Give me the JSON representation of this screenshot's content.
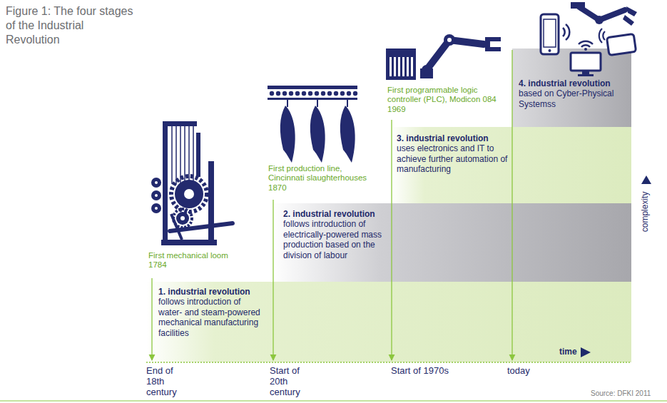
{
  "diagram": {
    "title": "Figure 1: The four stages of the Industrial Revolution",
    "nodes": [
      {
        "text": [
          "1. industrial revolution",
          "follows introduction of water- and steam-powered mechanical manufacturing facilities"
        ]
      },
      {
        "text": [
          "2. industrial revolution",
          "follows introduction of electrically-powered mass production based on the division of labour"
        ]
      },
      {
        "text": [
          "3. industrial revolution",
          "uses electronics and IT to achieve further automation of manufacturing"
        ]
      },
      {
        "text": [
          "4. industrial revolution",
          "based on Cyber-Physical Systemss"
        ]
      }
    ],
    "labels": [
      "First mechanical loom 1784",
      "First production line, Cincinnati slaughterhouses 1870",
      "First programmable logic controller (PLC), Modicon 084 1969",
      "End of 18th century",
      "Start of 20th century",
      "Start of 1970s",
      "today",
      "time",
      "complexity",
      "Source: DFKI 2011"
    ]
  }
}
